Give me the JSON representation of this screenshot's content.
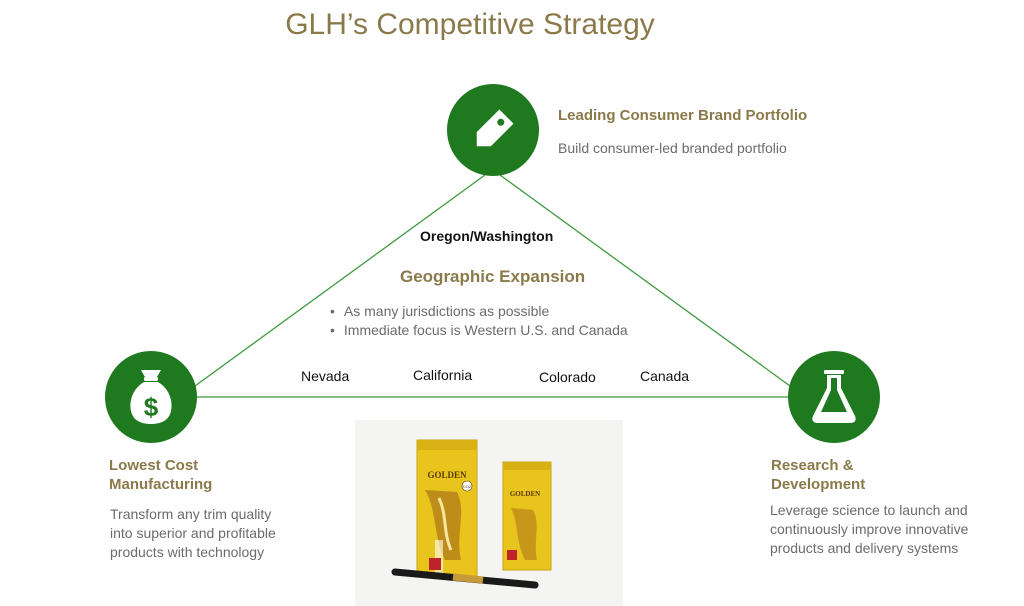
{
  "title": "GLH’s Competitive Strategy",
  "top": {
    "heading": "Leading Consumer Brand Portfolio",
    "text": "Build consumer-led branded portfolio",
    "icon": "price-tag-icon"
  },
  "left": {
    "heading_lines": [
      "Lowest Cost",
      "Manufacturing"
    ],
    "text_lines": [
      "Transform any trim quality",
      "into superior and profitable",
      "products with technology"
    ],
    "icon": "money-bag-icon"
  },
  "right": {
    "heading_lines": [
      "Research &",
      "Development"
    ],
    "text_lines": [
      "Leverage science to launch and",
      "continuously improve innovative",
      "products and delivery systems"
    ],
    "icon": "flask-icon"
  },
  "center": {
    "region": "Oregon/Washington",
    "title": "Geographic Expansion",
    "bullets": [
      "As many jurisdictions as possible",
      "Immediate focus is Western U.S. and Canada"
    ]
  },
  "places": [
    "Nevada",
    "California",
    "Colorado",
    "Canada"
  ],
  "product": {
    "brand": "GOLDEN",
    "badge": "CO2"
  },
  "colors": {
    "green": "#1f7a1f",
    "olive": "#8a7a4a",
    "gray_text": "#6b6b6b",
    "box_yellow": "#e8c41c"
  }
}
